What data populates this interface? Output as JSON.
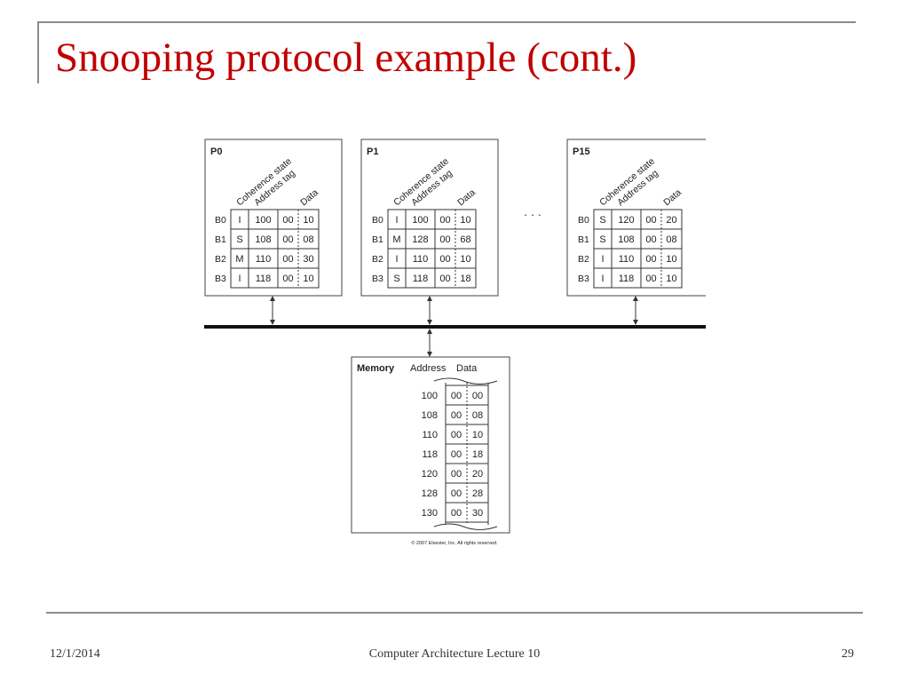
{
  "slide": {
    "title": "Snooping protocol example (cont.)",
    "footer_date": "12/1/2014",
    "footer_title": "Computer Architecture Lecture 10",
    "page_number": "29",
    "copyright": "© 2007 Elsevier, Inc. All rights reserved."
  },
  "diagram": {
    "col_headers": {
      "state": "Coherence state",
      "tag": "Address tag",
      "data": "Data"
    },
    "ellipsis": "· · ·",
    "processors": [
      {
        "name": "P0",
        "blocks": [
          {
            "label": "B0",
            "state": "I",
            "tag": "100",
            "d1": "00",
            "d2": "10"
          },
          {
            "label": "B1",
            "state": "S",
            "tag": "108",
            "d1": "00",
            "d2": "08"
          },
          {
            "label": "B2",
            "state": "M",
            "tag": "110",
            "d1": "00",
            "d2": "30"
          },
          {
            "label": "B3",
            "state": "I",
            "tag": "118",
            "d1": "00",
            "d2": "10"
          }
        ]
      },
      {
        "name": "P1",
        "blocks": [
          {
            "label": "B0",
            "state": "I",
            "tag": "100",
            "d1": "00",
            "d2": "10"
          },
          {
            "label": "B1",
            "state": "M",
            "tag": "128",
            "d1": "00",
            "d2": "68"
          },
          {
            "label": "B2",
            "state": "I",
            "tag": "110",
            "d1": "00",
            "d2": "10"
          },
          {
            "label": "B3",
            "state": "S",
            "tag": "118",
            "d1": "00",
            "d2": "18"
          }
        ]
      },
      {
        "name": "P15",
        "blocks": [
          {
            "label": "B0",
            "state": "S",
            "tag": "120",
            "d1": "00",
            "d2": "20"
          },
          {
            "label": "B1",
            "state": "S",
            "tag": "108",
            "d1": "00",
            "d2": "08"
          },
          {
            "label": "B2",
            "state": "I",
            "tag": "110",
            "d1": "00",
            "d2": "10"
          },
          {
            "label": "B3",
            "state": "I",
            "tag": "118",
            "d1": "00",
            "d2": "10"
          }
        ]
      }
    ],
    "memory": {
      "label": "Memory",
      "address_header": "Address",
      "data_header": "Data",
      "rows": [
        {
          "address": "100",
          "d1": "00",
          "d2": "00"
        },
        {
          "address": "108",
          "d1": "00",
          "d2": "08"
        },
        {
          "address": "110",
          "d1": "00",
          "d2": "10"
        },
        {
          "address": "118",
          "d1": "00",
          "d2": "18"
        },
        {
          "address": "120",
          "d1": "00",
          "d2": "20"
        },
        {
          "address": "128",
          "d1": "00",
          "d2": "28"
        },
        {
          "address": "130",
          "d1": "00",
          "d2": "30"
        }
      ]
    }
  }
}
